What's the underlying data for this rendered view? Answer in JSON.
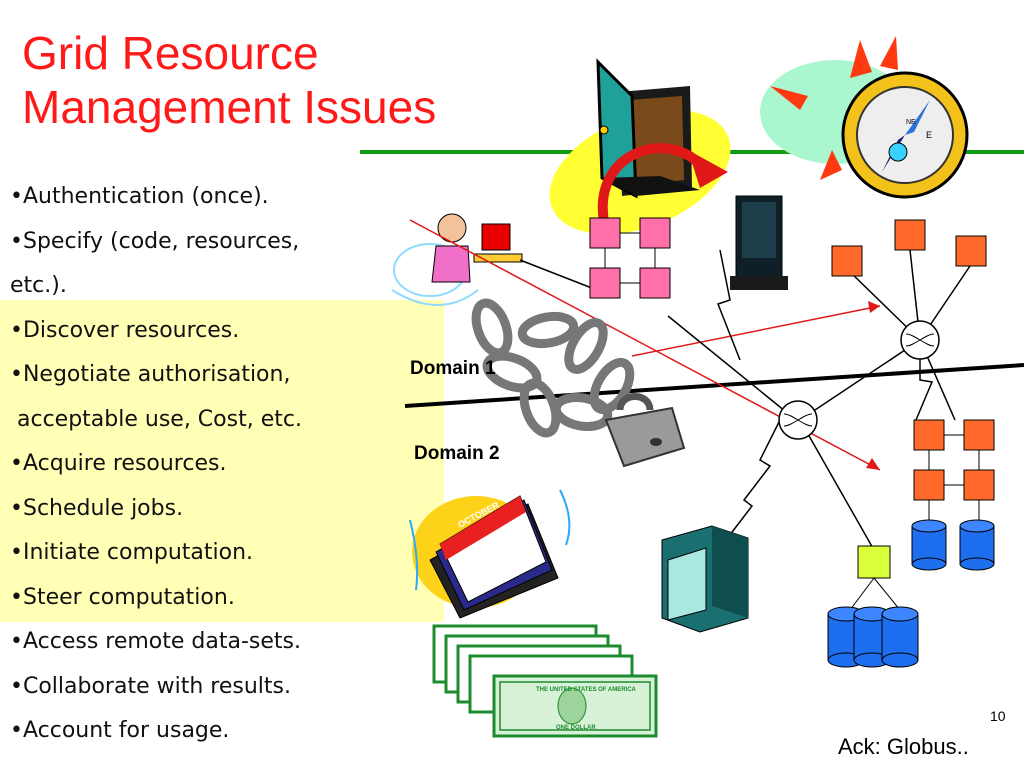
{
  "slide": {
    "title_line1": "Grid Resource",
    "title_line2": "Management Issues",
    "page_number": "10",
    "ack": "Ack: Globus..",
    "domain1": "Domain 1",
    "domain2": "Domain 2"
  },
  "bullets": [
    "•Authentication (once).",
    "•Specify (code, resources,",
    "etc.).",
    "•Discover resources.",
    "•Negotiate authorisation,",
    " acceptable use, Cost, etc.",
    "•Acquire resources.",
    "•Schedule jobs.",
    "•Initiate computation.",
    "•Steer computation.",
    "•Access remote data-sets.",
    "•Collaborate with results.",
    "•Account for usage."
  ],
  "clipart": {
    "calendar_month": "OCTOBER",
    "banknote_header": "THE UNITED STATES OF AMERICA",
    "banknote_footer": "ONE DOLLAR",
    "compass_ne": "NE",
    "compass_e": "E"
  },
  "colors": {
    "title": "#ff1a1a",
    "rule": "#129c12",
    "highlight": "#ffffb5",
    "node_pink": "#ff6fa8",
    "node_orange": "#ff6a2a",
    "node_lime": "#d8ff3a",
    "storage_blue": "#1e6ef0",
    "arrow_red": "#e01818"
  }
}
